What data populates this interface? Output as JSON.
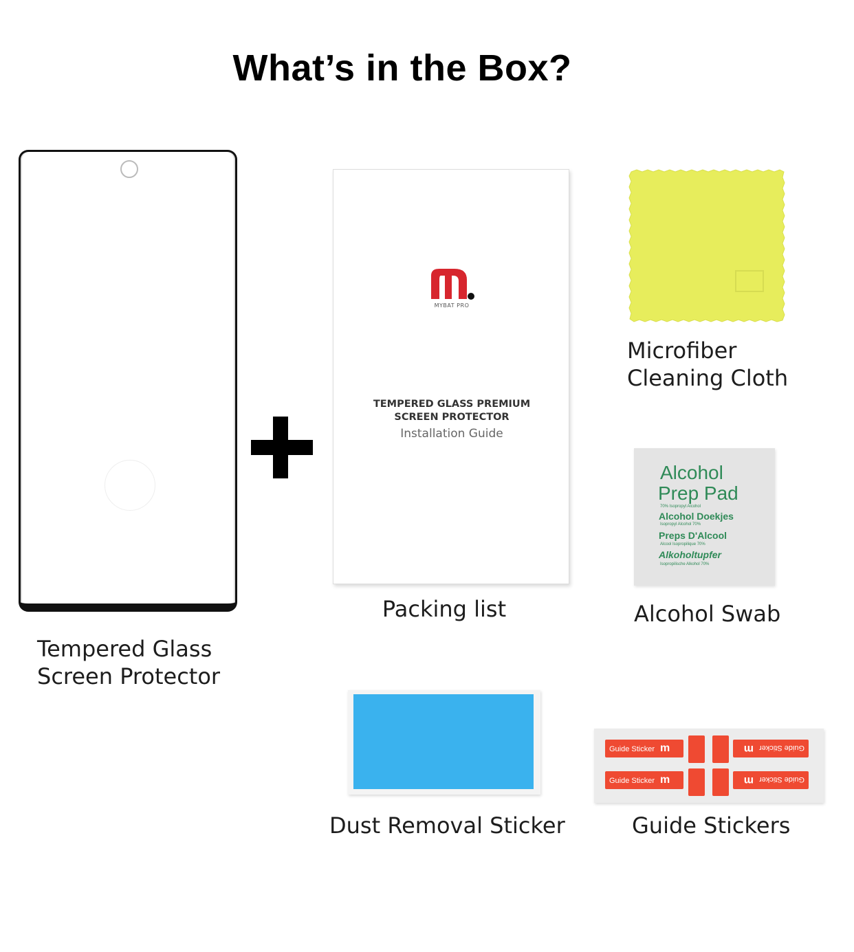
{
  "title": "What’s in the Box?",
  "items": [
    {
      "label_line1": "Tempered Glass",
      "label_line2": "Screen Protector"
    },
    {
      "label": "Packing list"
    },
    {
      "label_line1": "Microfiber",
      "label_line2": "Cleaning Cloth"
    },
    {
      "label": "Alcohol Swab"
    },
    {
      "label": "Dust Removal Sticker"
    },
    {
      "label": "Guide Stickers"
    }
  ],
  "packing_card": {
    "brand": "MYBAT PRO",
    "line1": "TEMPERED GLASS PREMIUM",
    "line2": "SCREEN PROTECTOR",
    "line3": "Installation Guide"
  },
  "alcohol_pad": {
    "line1": "Alcohol",
    "line2": "Prep Pad",
    "small1": "70% Isopropyl Alcohol",
    "line3": "Alcohol Doekjes",
    "small2": "Isopropyl Alcohol 70%",
    "line4": "Preps D'Alcool",
    "small3": "Alcool Isopropilique 70%",
    "line5": "Alkoholtupfer",
    "small4": "Isopropilische Alkohol 70%"
  },
  "guide_sticker_text": "Guide Sticker",
  "colors": {
    "logo_red": "#d7262e",
    "cloth": "#e7ed5c",
    "dust_sticker": "#3ab2ee",
    "guide_sticker": "#ef4a32",
    "pad_text": "#2f8a57"
  }
}
